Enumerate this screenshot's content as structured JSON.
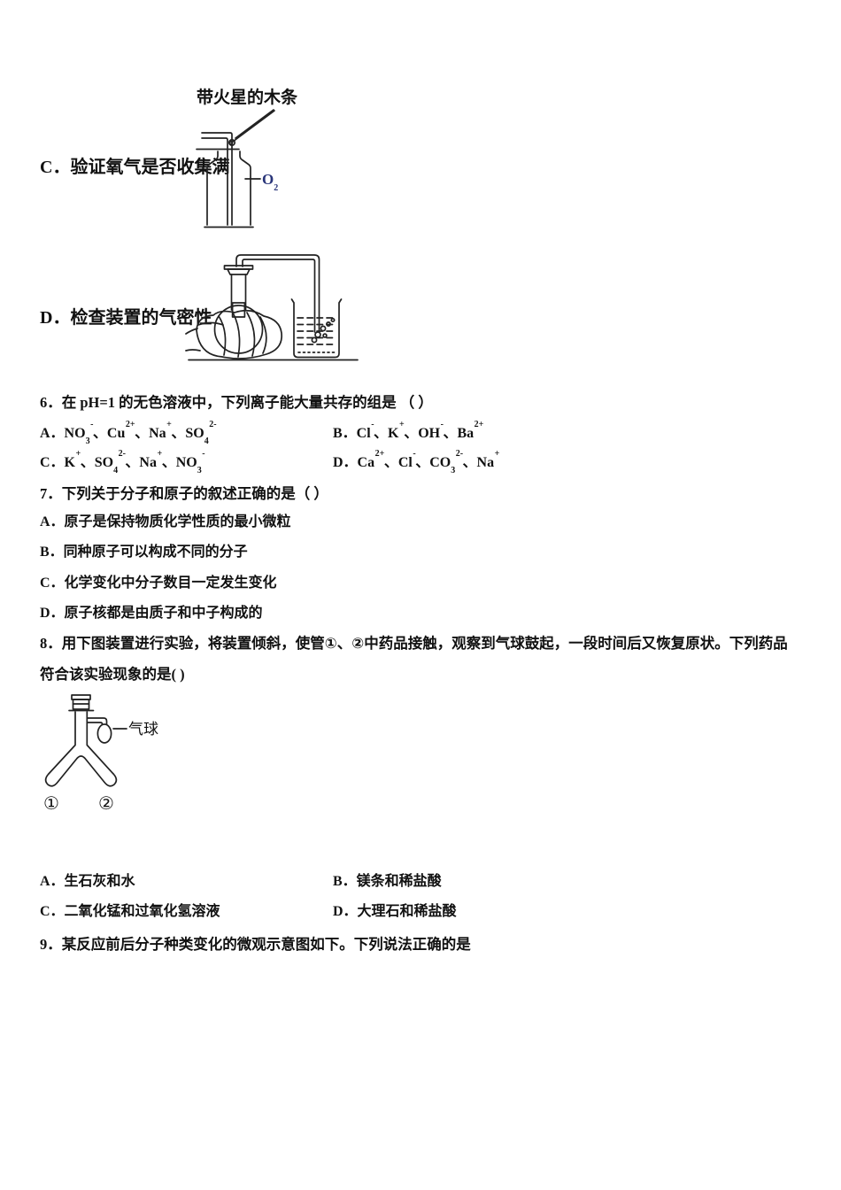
{
  "page": {
    "bg": "#ffffff",
    "text_color": "#111111"
  },
  "colors": {
    "splint_brown": "#9c7b35",
    "splint_highlight": "#c9a55a",
    "spark_yellow": "#e8c94f",
    "o2_label_blue": "#283479",
    "line": "#222222"
  },
  "option_c": {
    "label": "C．验证氧气是否收集满",
    "diagram_caption": "带火星的木条",
    "gas_formula": {
      "ions": [
        {
          "b": "O",
          "sub": "2"
        }
      ]
    }
  },
  "option_d": {
    "label": "D．检查装置的气密性"
  },
  "q6": {
    "stem": "6．在 pH=1 的无色溶液中，下列离子能大量共存的组是 （  ）",
    "options": [
      {
        "label": "A",
        "ions": [
          {
            "b": "NO",
            "sub": "3",
            "sup": "-"
          },
          {
            "b": "Cu",
            "sup": "2+"
          },
          {
            "b": "Na",
            "sup": "+"
          },
          {
            "b": "SO",
            "sub": "4",
            "sup": "2-"
          }
        ]
      },
      {
        "label": "B",
        "ions": [
          {
            "b": "Cl",
            "sup": "-"
          },
          {
            "b": "K",
            "sup": "+"
          },
          {
            "b": "OH",
            "sup": "-"
          },
          {
            "b": "Ba",
            "sup": "2+"
          }
        ]
      },
      {
        "label": "C",
        "ions": [
          {
            "b": "K",
            "sup": "+"
          },
          {
            "b": "SO",
            "sub": "4",
            "sup": "2-"
          },
          {
            "b": "Na",
            "sup": "+"
          },
          {
            "b": "NO",
            "sub": "3",
            "sup": "-"
          }
        ]
      },
      {
        "label": "D",
        "ions": [
          {
            "b": "Ca",
            "sup": "2+"
          },
          {
            "b": "Cl",
            "sup": "-"
          },
          {
            "b": "CO",
            "sub": "3",
            "sup": "2-"
          },
          {
            "b": "Na",
            "sup": "+"
          }
        ]
      }
    ]
  },
  "q7": {
    "stem": "7．下列关于分子和原子的叙述正确的是（   ）",
    "options": [
      "A．原子是保持物质化学性质的最小微粒",
      "B．同种原子可以构成不同的分子",
      "C．化学变化中分子数目一定发生变化",
      "D．原子核都是由质子和中子构成的"
    ]
  },
  "q8": {
    "stem_line1": "8．用下图装置进行实验，将装置倾斜，使管①、②中药品接触，观察到气球鼓起，一段时间后又恢复原状。下列药品",
    "stem_line2": "符合该实验现象的是( )",
    "balloon_label": "气球",
    "tube_labels": [
      "①",
      "②"
    ],
    "options": [
      "A．生石灰和水",
      "B．镁条和稀盐酸",
      "C．二氧化锰和过氧化氢溶液",
      "D．大理石和稀盐酸"
    ]
  },
  "q9": {
    "stem": "9．某反应前后分子种类变化的微观示意图如下。下列说法正确的是"
  }
}
